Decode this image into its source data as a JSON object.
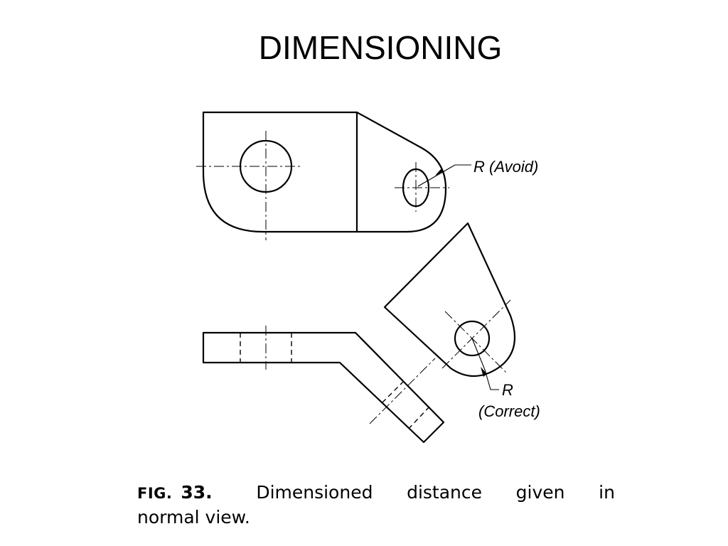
{
  "slide": {
    "title": "DIMENSIONING"
  },
  "figure": {
    "annotation_avoid": "R (Avoid)",
    "annotation_r": "R",
    "annotation_correct": "(Correct)"
  },
  "caption": {
    "label": "FIG.",
    "number": "33.",
    "words_line1": [
      "Dimensioned",
      "distance",
      "given",
      "in"
    ],
    "line2": "normal view."
  }
}
